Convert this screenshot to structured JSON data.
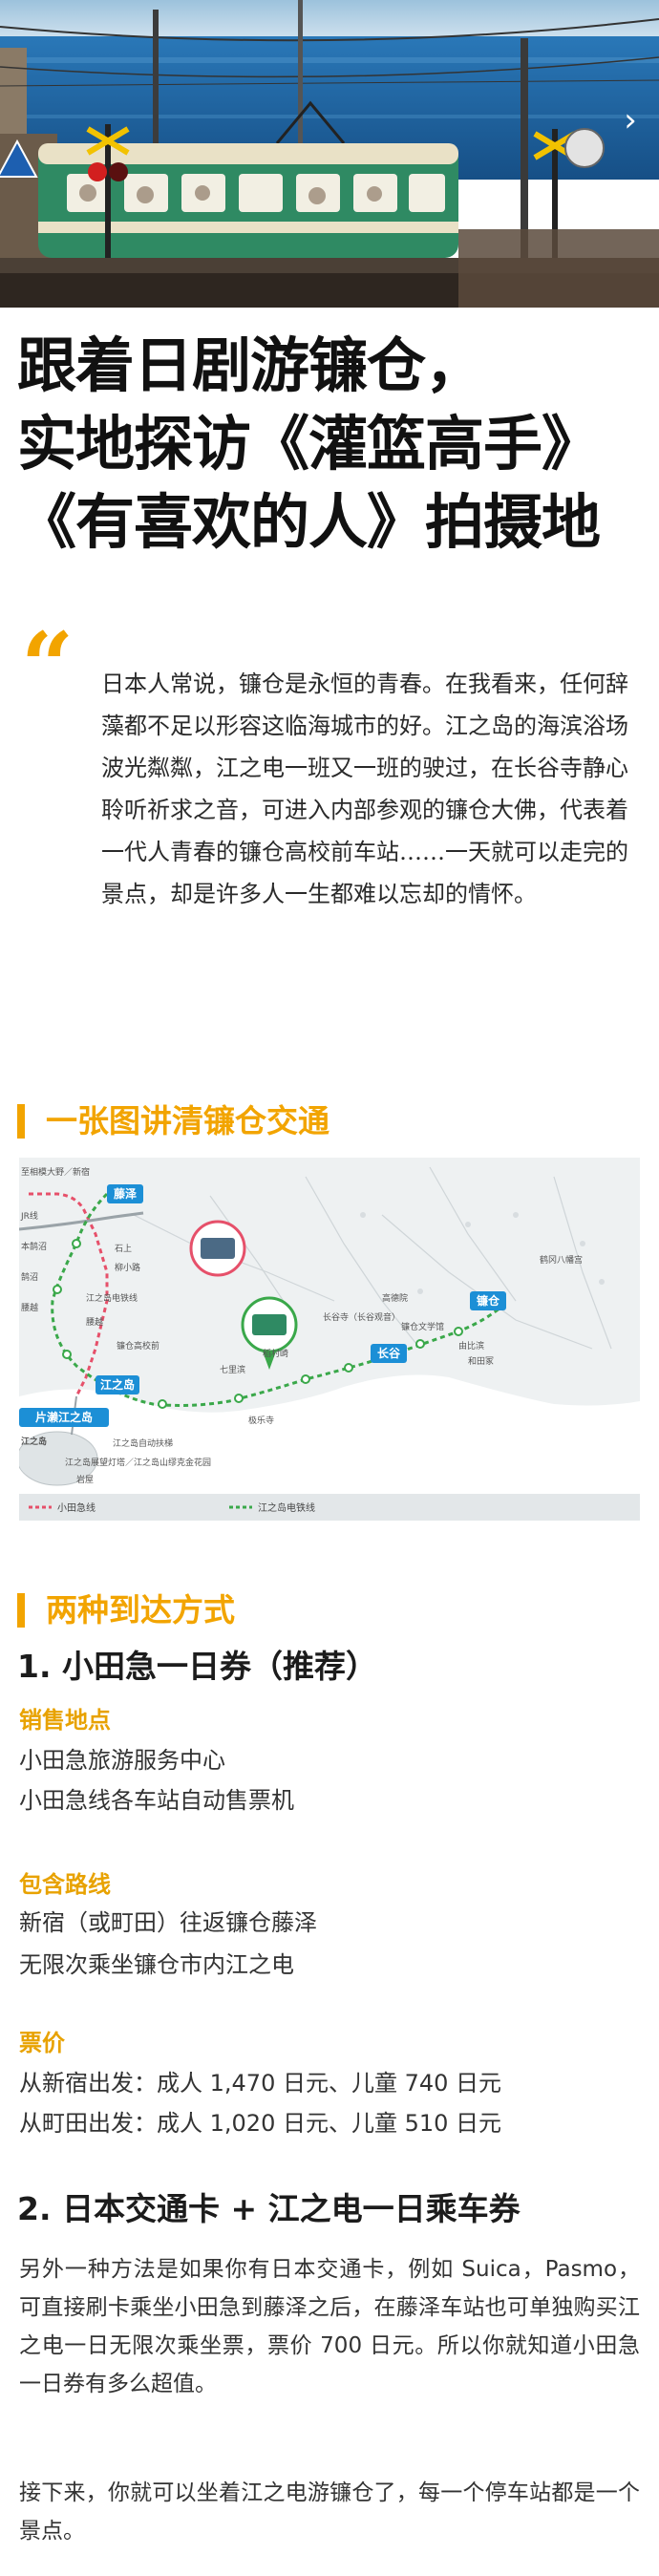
{
  "hero": {
    "next_icon": "chevron-right-icon",
    "colors": {
      "sky": "#8fb9d6",
      "sea": "#1f6fb0",
      "train": "#2f8a63",
      "train_trim": "#f0e6c8"
    }
  },
  "article": {
    "title_lines": [
      "跟着日剧游镰仓，",
      "实地探访《灌篮高手》",
      "《有喜欢的人》拍摄地"
    ],
    "quote_icon": "quote-icon",
    "intro": "日本人常说，镰仓是永恒的青春。在我看来，任何辞藻都不足以形容这临海城市的好。江之岛的海滨浴场波光粼粼，江之电一班又一班的驶过，在长谷寺静心聆听祈求之音，可进入内部参观的镰仓大佛，代表着一代人青春的镰仓高校前车站……一天就可以走完的景点，却是许多人一生都难以忘却的情怀。"
  },
  "sections": {
    "transport": "一张图讲清镰仓交通",
    "access": "两种到达方式"
  },
  "map": {
    "station_fujisawa": "藤泽",
    "station_enoshima": "江之岛",
    "station_hase": "长谷",
    "station_kamakura": "镰仓",
    "station_katase": "片濑江之岛",
    "label_shinjuku": "至相模大野／新宿",
    "label_jr": "JR线",
    "label_honkugenuma": "本鹄沼",
    "label_kugenuma": "鹄沼",
    "label_ishigami": "石上",
    "label_yanagikoji": "柳小路",
    "label_enoden_enoshima": "江之岛电铁线",
    "label_koshigoe": "腰越",
    "label_kamakurakoko": "镰仓高校前",
    "label_shichirigahama": "七里滨",
    "label_inamuragasaki": "稻村崎",
    "label_gokurakuji": "极乐寺",
    "label_hasedera": "长谷寺（长谷观音）",
    "label_daibutsu": "高德院",
    "label_bungakukan": "镰仓文学馆",
    "label_yuigahama": "由比滨",
    "label_wadazuka": "和田冢",
    "label_tsurugaoka": "鹤冈八幡宫",
    "label_enoshima_island": "江之岛",
    "label_escalator": "江之岛自动扶梯",
    "label_lighthouse": "江之岛展望灯塔／江之岛山缪克金花园",
    "label_iwaya": "岩屋",
    "legend_odakyu": "小田急线",
    "legend_enoden": "江之岛电铁线",
    "colors": {
      "odakyu": "#e6506a",
      "enoden": "#3aa84a",
      "station": "#1c8fd6",
      "sea": "#ffffff",
      "land": "#eef1f2"
    }
  },
  "option1": {
    "title": "1. 小田急一日券（推荐）",
    "sales_label": "销售地点",
    "sales_items": [
      "小田急旅游服务中心",
      "小田急线各车站自动售票机"
    ],
    "route_label": "包含路线",
    "route_items": [
      "新宿（或町田）往返镰仓藤泽",
      "无限次乘坐镰仓市内江之电"
    ],
    "price_label": "票价",
    "price_items": [
      "从新宿出发：成人 1,470 日元、儿童 740 日元",
      "从町田出发：成人 1,020 日元、儿童 510 日元"
    ]
  },
  "option2": {
    "title": "2. 日本交通卡 + 江之电一日乘车券",
    "para1": "另外一种方法是如果你有日本交通卡，例如 Suica，Pasmo，可直接刷卡乘坐小田急到藤泽之后，在藤泽车站也可单独购买江之电一日无限次乘坐票，票价 700 日元。所以你就知道小田急一日券有多么超值。",
    "para2": "接下来，你就可以坐着江之电游镰仓了，每一个停车站都是一个景点。"
  },
  "accent_color": "#f2a400"
}
